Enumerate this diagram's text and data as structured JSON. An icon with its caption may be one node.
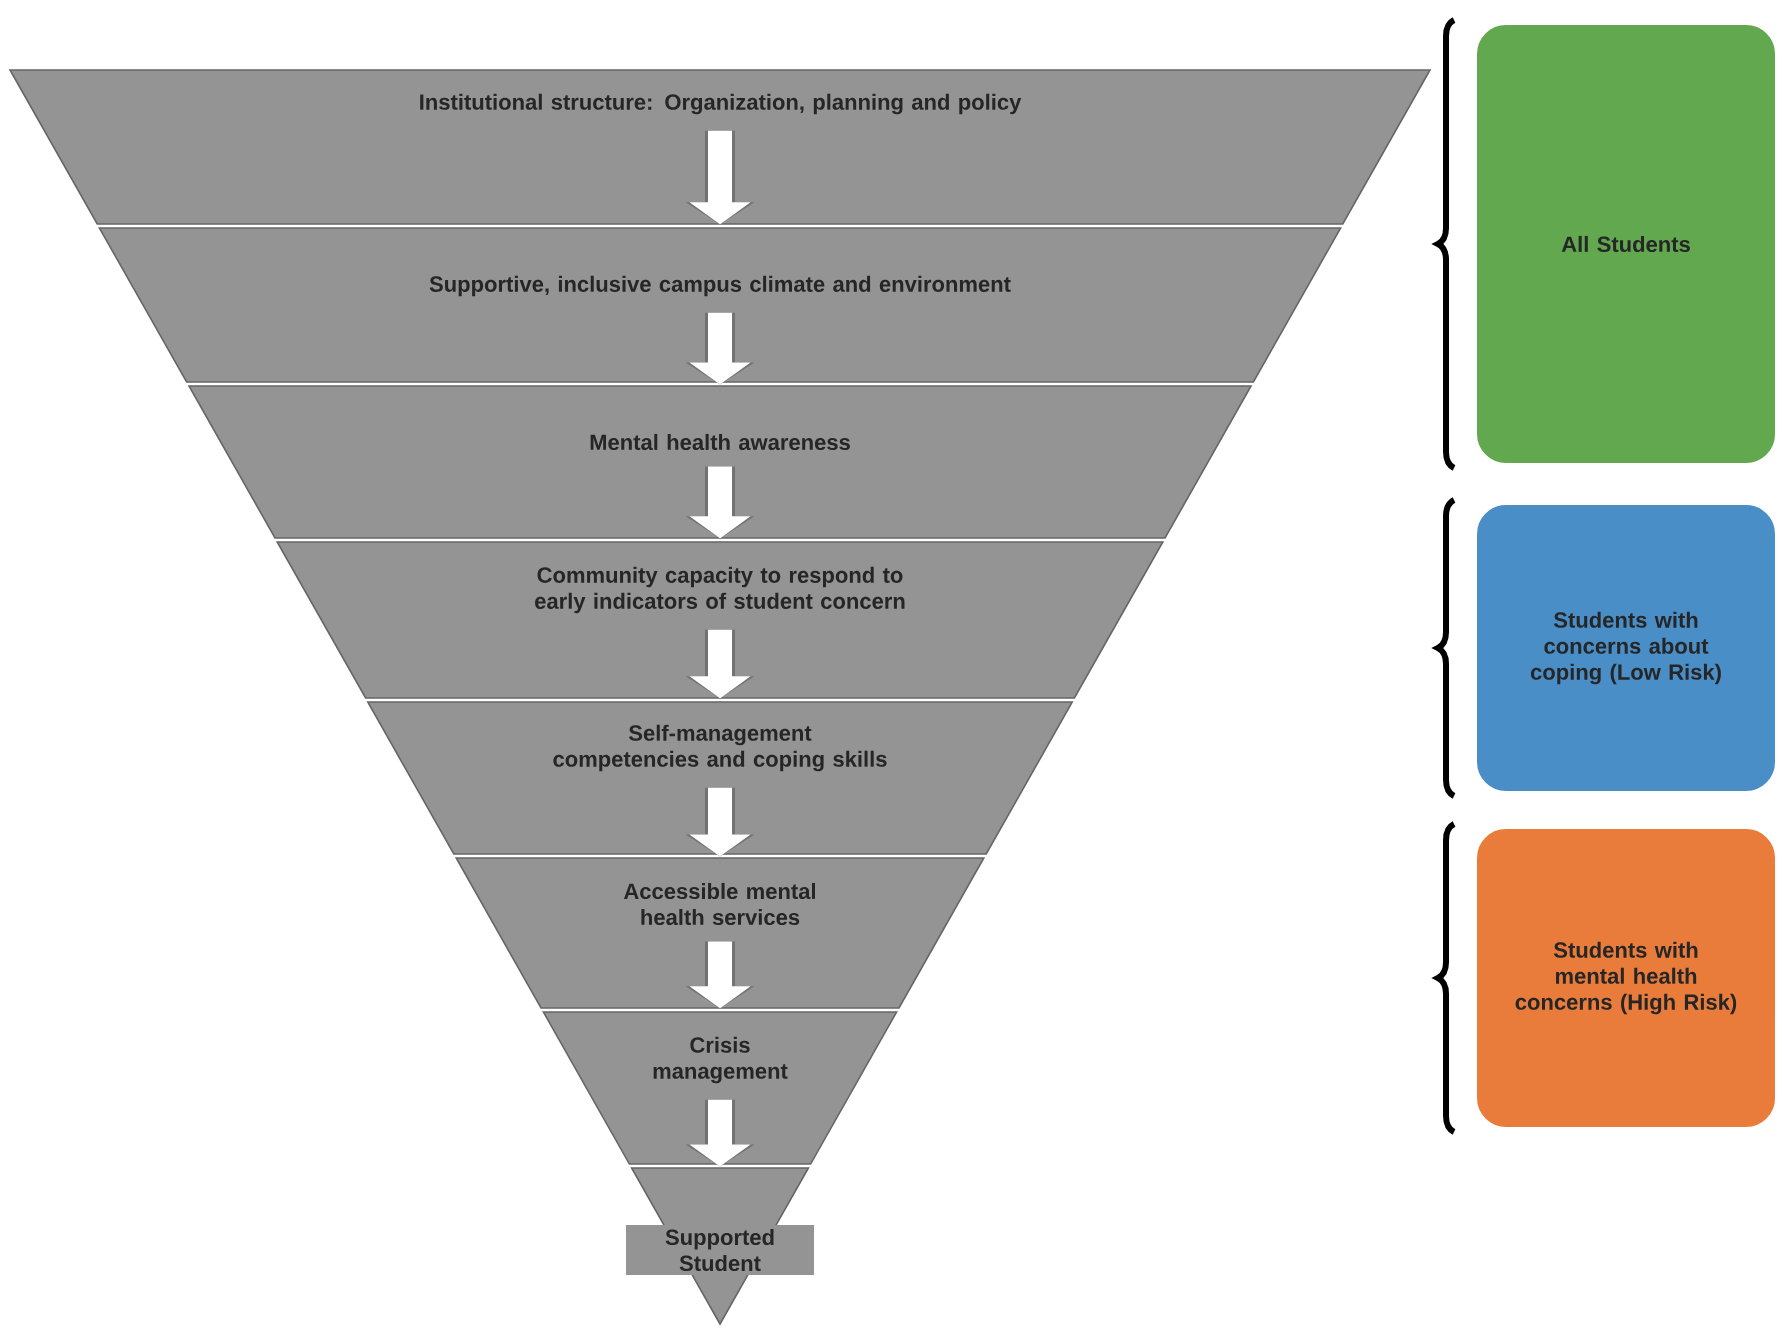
{
  "diagram": {
    "nodes": [
      {
        "text": [
          "Institutional structure: Organization, planning and policy"
        ]
      },
      {
        "text": [
          "Supportive, inclusive campus climate and environment"
        ]
      },
      {
        "text": [
          "Mental health awareness"
        ]
      },
      {
        "text": [
          "Community capacity to respond to early indicators of student concern"
        ]
      },
      {
        "text": [
          "Self-management competencies and coping skills"
        ]
      },
      {
        "text": [
          "Accessible mental health services"
        ]
      },
      {
        "text": [
          "Crisis management"
        ]
      },
      {
        "text": [
          "Supported Student"
        ]
      },
      {
        "text": [
          "All Students"
        ]
      },
      {
        "text": [
          "Students with concerns about coping (Low Risk)"
        ]
      },
      {
        "text": [
          "Students with mental health concerns (High Risk)"
        ]
      }
    ],
    "edges": [
      {
        "from": 0,
        "to": 1,
        "arrow": "to"
      },
      {
        "from": 1,
        "to": 2,
        "arrow": "to"
      },
      {
        "from": 2,
        "to": 3,
        "arrow": "to"
      },
      {
        "from": 3,
        "to": 4,
        "arrow": "to"
      },
      {
        "from": 4,
        "to": 5,
        "arrow": "to"
      },
      {
        "from": 5,
        "to": 6,
        "arrow": "to"
      },
      {
        "from": 6,
        "to": 7,
        "arrow": "to"
      }
    ]
  }
}
